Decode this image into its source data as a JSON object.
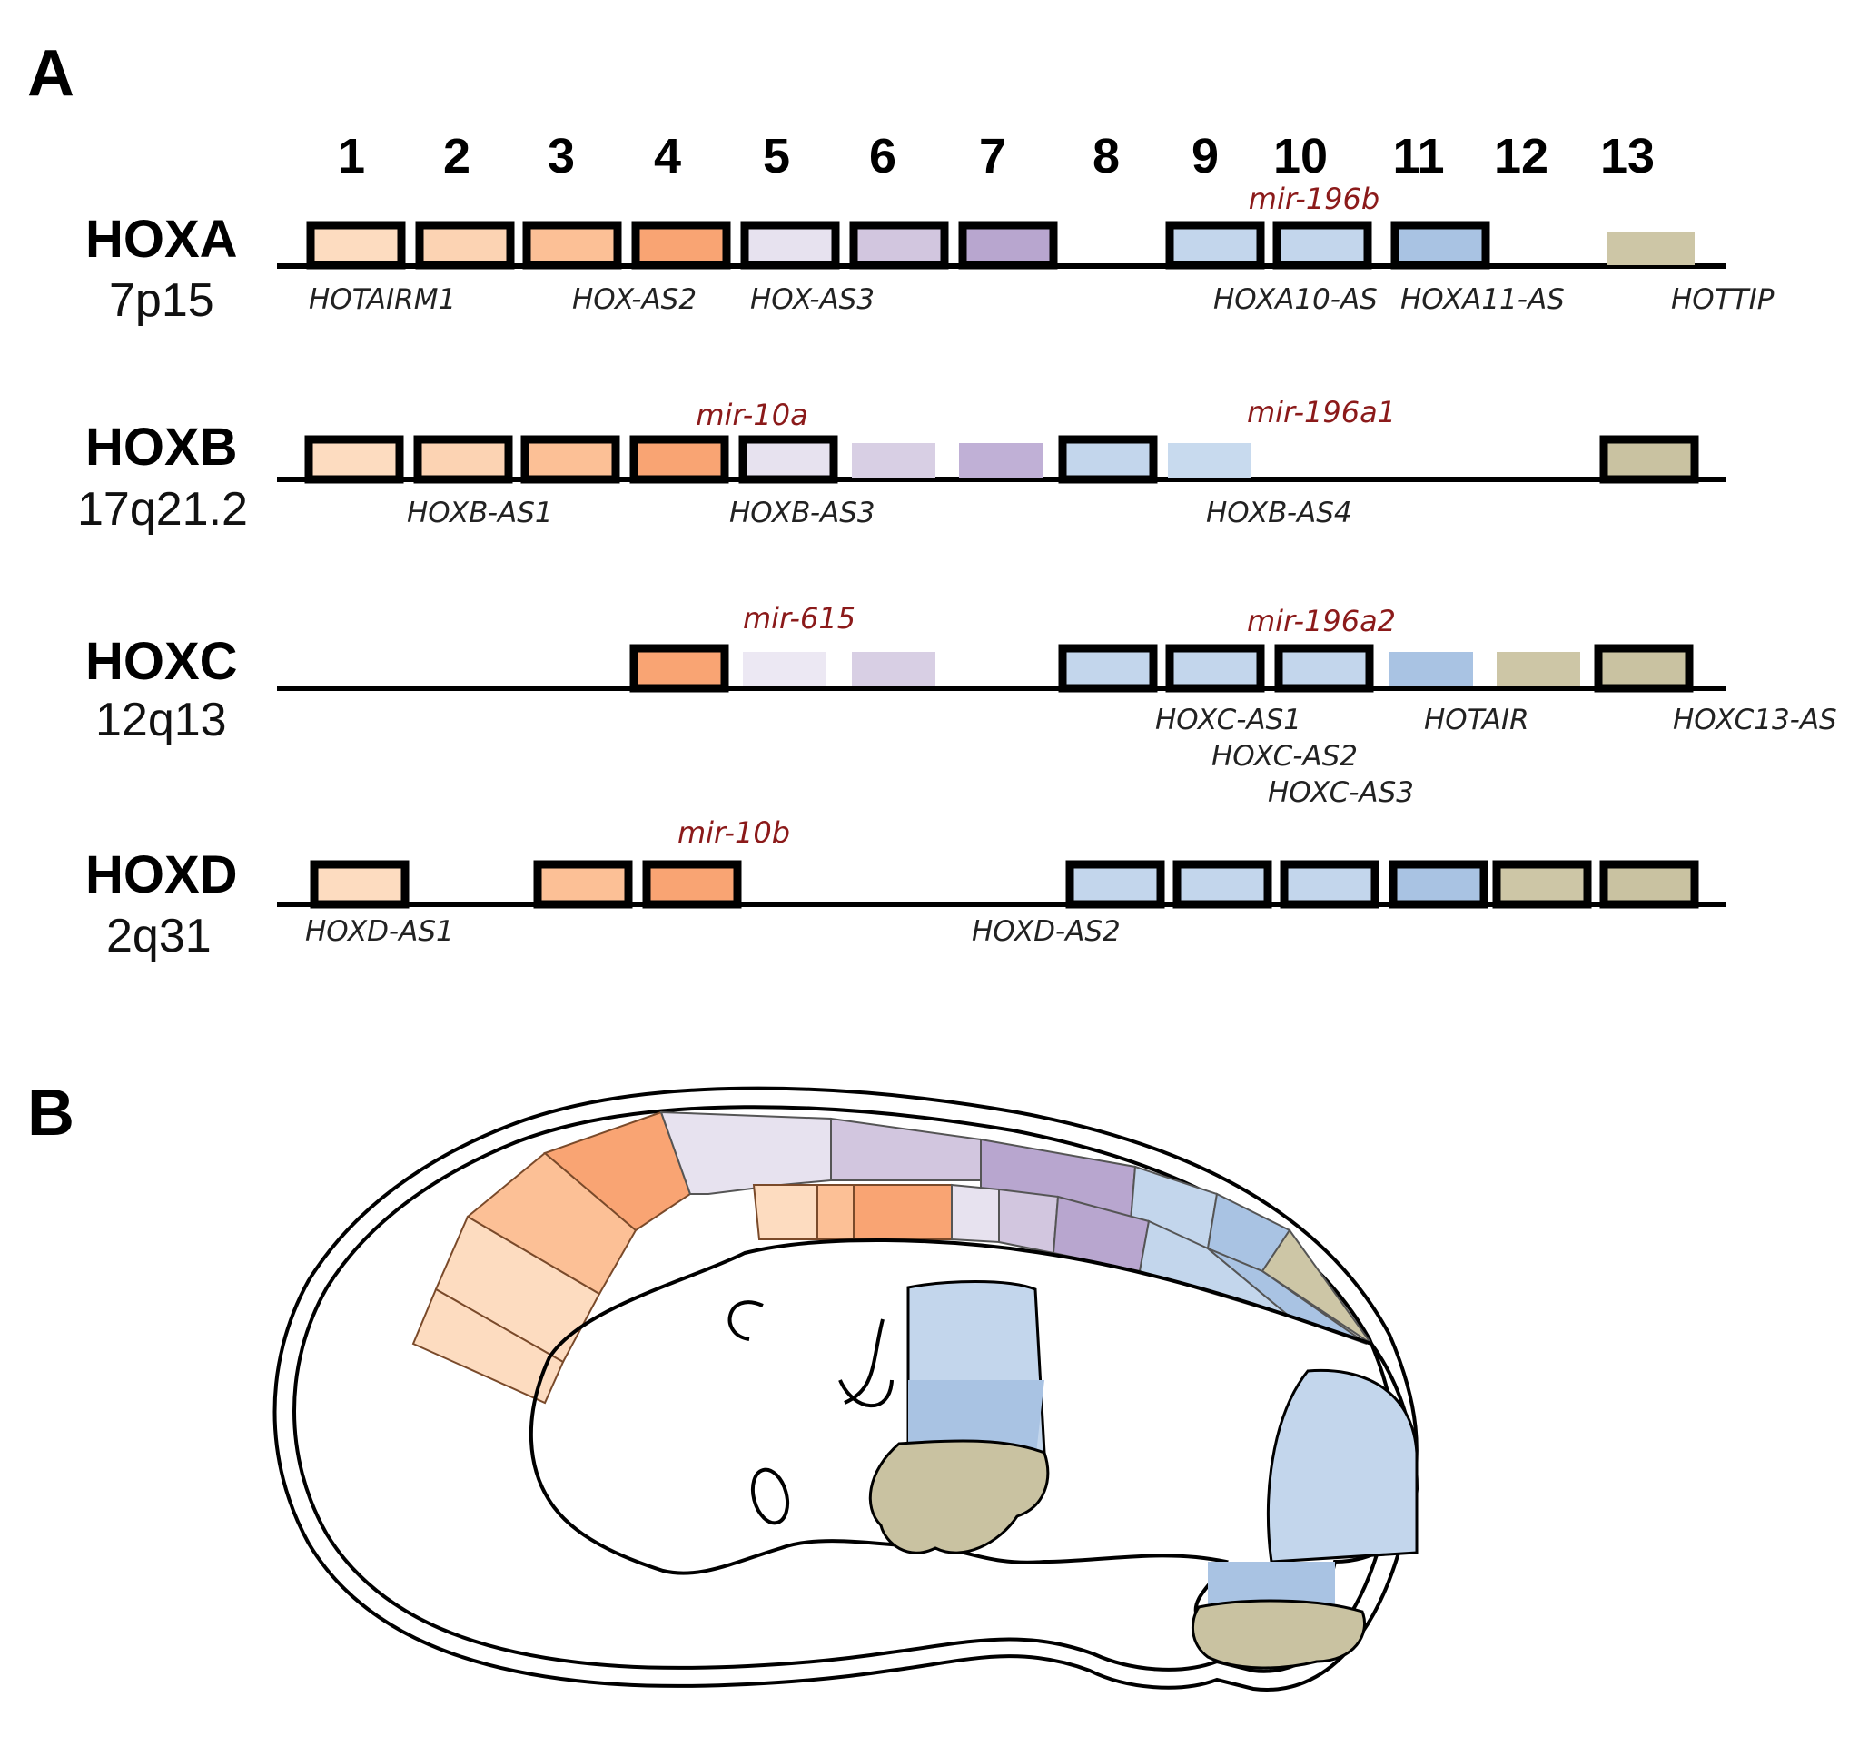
{
  "panel_a": {
    "label": "A"
  },
  "panel_b": {
    "label": "B"
  },
  "paralog_groups": [
    "1",
    "2",
    "3",
    "4",
    "5",
    "6",
    "7",
    "8",
    "9",
    "10",
    "11",
    "12",
    "13"
  ],
  "colors": {
    "g1": "#fddcc0",
    "g2": "#fcd3b3",
    "g3": "#fcc096",
    "g4": "#f9a473",
    "g5": "#e7e2ef",
    "g6": "#d2c6df",
    "g7": "#b8a6cf",
    "g8": "#b8a6cf",
    "g9": "#c3d6ec",
    "g10": "#c3d6ec",
    "g11": "#a9c3e3",
    "g12": "#cdc6a6",
    "g13": "#c9c2a1",
    "mirna_text": "#8b1a1a"
  },
  "clusters": [
    {
      "name": "HOXA",
      "location": "7p15",
      "genes": [
        {
          "group": 1,
          "style": "outlined"
        },
        {
          "group": 2,
          "style": "outlined"
        },
        {
          "group": 3,
          "style": "outlined"
        },
        {
          "group": 4,
          "style": "outlined"
        },
        {
          "group": 5,
          "style": "outlined"
        },
        {
          "group": 6,
          "style": "outlined"
        },
        {
          "group": 7,
          "style": "outlined"
        },
        {
          "group": 9,
          "style": "outlined"
        },
        {
          "group": 10,
          "style": "outlined"
        },
        {
          "group": 11,
          "style": "outlined"
        },
        {
          "group": 13,
          "style": "faded"
        }
      ],
      "lncrnas": [
        "HOTAIRM1",
        "HOX-AS2",
        "HOX-AS3",
        "HOXA10-AS",
        "HOXA11-AS",
        "HOTTIP"
      ],
      "mirnas": [
        "mir-196b"
      ]
    },
    {
      "name": "HOXB",
      "location": "17q21.2",
      "genes": [
        {
          "group": 1,
          "style": "outlined"
        },
        {
          "group": 2,
          "style": "outlined"
        },
        {
          "group": 3,
          "style": "outlined"
        },
        {
          "group": 4,
          "style": "outlined"
        },
        {
          "group": 5,
          "style": "outlined"
        },
        {
          "group": 6,
          "style": "faded"
        },
        {
          "group": 7,
          "style": "faded"
        },
        {
          "group": 8,
          "style": "outlined"
        },
        {
          "group": 9,
          "style": "faded"
        },
        {
          "group": 13,
          "style": "outlined"
        }
      ],
      "lncrnas": [
        "HOXB-AS1",
        "HOXB-AS3",
        "HOXB-AS4"
      ],
      "mirnas": [
        "mir-10a",
        "mir-196a1"
      ]
    },
    {
      "name": "HOXC",
      "location": "12q13",
      "genes": [
        {
          "group": 4,
          "style": "outlined"
        },
        {
          "group": 5,
          "style": "faded"
        },
        {
          "group": 6,
          "style": "faded"
        },
        {
          "group": 8,
          "style": "outlined"
        },
        {
          "group": 9,
          "style": "outlined"
        },
        {
          "group": 10,
          "style": "outlined"
        },
        {
          "group": 11,
          "style": "faded"
        },
        {
          "group": 12,
          "style": "faded"
        },
        {
          "group": 13,
          "style": "outlined"
        }
      ],
      "lncrnas": [
        "HOXC-AS1",
        "HOXC-AS2",
        "HOXC-AS3",
        "HOTAIR",
        "HOXC13-AS"
      ],
      "mirnas": [
        "mir-615",
        "mir-196a2"
      ]
    },
    {
      "name": "HOXD",
      "location": "2q31",
      "genes": [
        {
          "group": 1,
          "style": "outlined"
        },
        {
          "group": 3,
          "style": "outlined"
        },
        {
          "group": 4,
          "style": "outlined"
        },
        {
          "group": 8,
          "style": "outlined"
        },
        {
          "group": 9,
          "style": "outlined"
        },
        {
          "group": 10,
          "style": "outlined"
        },
        {
          "group": 11,
          "style": "outlined"
        },
        {
          "group": 12,
          "style": "outlined"
        },
        {
          "group": 13,
          "style": "outlined"
        }
      ],
      "lncrnas": [
        "HOXD-AS1",
        "HOXD-AS2"
      ],
      "mirnas": [
        "mir-10b"
      ]
    }
  ]
}
